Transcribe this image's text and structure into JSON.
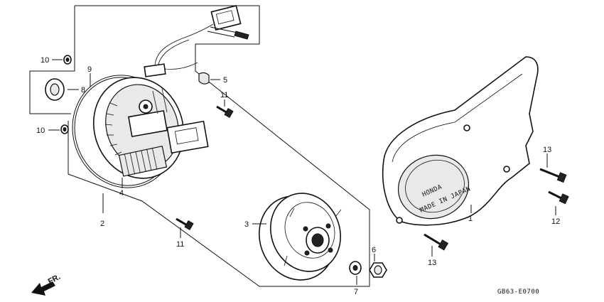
{
  "labels": {
    "p1": "1",
    "p2": "2",
    "p3": "3",
    "p4": "4",
    "p5": "5",
    "p6": "6",
    "p7": "7",
    "p8": "8",
    "p9": "9",
    "p10a": "10",
    "p10b": "10",
    "p11a": "11",
    "p11b": "11",
    "p12": "12",
    "p13a": "13",
    "p13b": "13"
  },
  "cover_text": {
    "brand": "HONDA",
    "origin": "MADE IN JAPAN"
  },
  "direction": "FR.",
  "diagram_code": "GB63-E0700"
}
